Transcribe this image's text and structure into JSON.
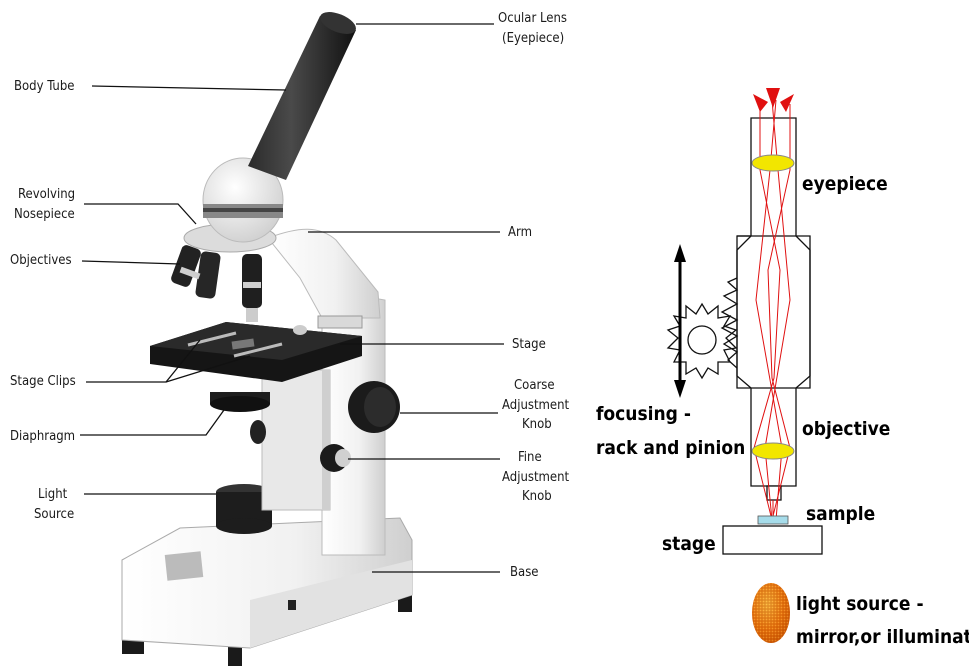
{
  "left_labels": {
    "ocular_lens": "Ocular Lens",
    "ocular_lens_sub": "(Eyepiece)",
    "body_tube": "Body Tube",
    "revolving_1": "Revolving",
    "revolving_2": "Nosepiece",
    "objectives": "Objectives",
    "arm": "Arm",
    "stage": "Stage",
    "stage_clips": "Stage Clips",
    "coarse_1": "Coarse",
    "coarse_2": "Adjustment",
    "coarse_3": "Knob",
    "diaphragm": "Diaphragm",
    "fine_1": "Fine",
    "fine_2": "Adjustment",
    "fine_3": "Knob",
    "light_1": "Light",
    "light_2": "Source",
    "base": "Base"
  },
  "right_labels": {
    "eyepiece": "eyepiece",
    "focusing_1": "focusing -",
    "focusing_2": "rack and pinion",
    "objective": "objective",
    "sample": "sample",
    "stage": "stage",
    "light_1": "light source -",
    "light_2": "mirror,or illuminator"
  },
  "colors": {
    "ray": "#e01010",
    "lens": "#f2e600",
    "light_source": "#f07a10"
  }
}
